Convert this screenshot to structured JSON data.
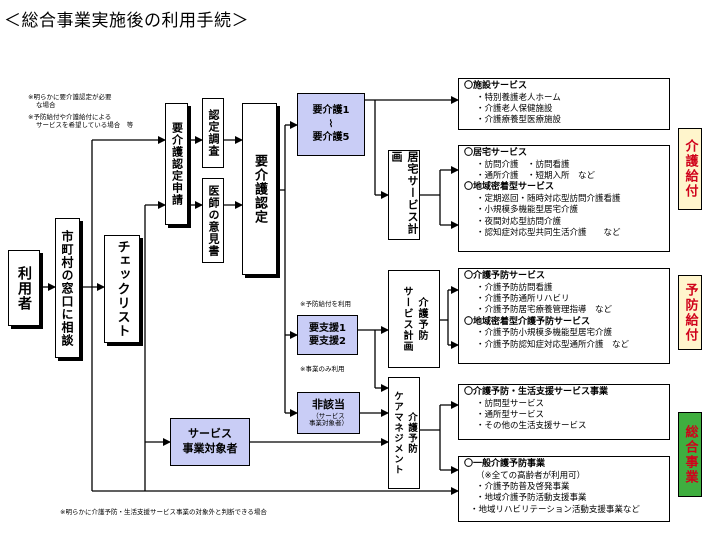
{
  "title": "＜総合事業実施後の利用手続＞",
  "nodes": {
    "user": "利用者",
    "municipal_window": "市町村の窓口に相談",
    "checklist": "チェックリスト",
    "care_application": "要介護認定申請",
    "cert_survey": "認定調査",
    "doctor_opinion": "医師の意見書",
    "care_certification": "要介護認定",
    "care_level_lines": [
      "要介護1",
      "⌇",
      "要介護5"
    ],
    "support_level_lines": [
      "要支援1",
      "要支援2"
    ],
    "not_applicable": "非該当",
    "not_applicable_sub": [
      "（サービス",
      "事業対象者）"
    ],
    "service_target_lines": [
      "サービス",
      "事業対象者"
    ],
    "home_service_plan": "居宅サービス計画",
    "prevention_plan_col1": "介護予防",
    "prevention_plan_col2": "サービス計画",
    "prevention_mgmt_col1": "介護予防",
    "prevention_mgmt_col2": "ケアマネジメント"
  },
  "notes": {
    "note1": [
      "※明らかに要介護認定が必要",
      "な場合"
    ],
    "note2": [
      "※予防給付や介護給付による",
      "サービスを希望している場合　等"
    ],
    "note3": "※予防給付を利用",
    "note4": "※事業のみ利用",
    "note5": "※明らかに介護予防・生活支援サービス事業の対象外と判断できる場合"
  },
  "right_boxes": [
    {
      "head": "〇施設サービス",
      "items": [
        "・特別養護老人ホーム",
        "・介護老人保健施設",
        "・介護療養型医療施設"
      ]
    },
    {
      "head": "〇居宅サービス",
      "items": [
        "・訪問介護　・訪問看護",
        "・通所介護　・短期入所　など"
      ],
      "head2": "〇地域密着型サービス",
      "items2": [
        "・定期巡回・随時対応型訪問介護看護",
        "・小規模多機能型居宅介護",
        "・夜間対応型訪問介護",
        "・認知症対応型共同生活介護　　など"
      ]
    },
    {
      "head": "〇介護予防サービス",
      "items": [
        "・介護予防訪問看護",
        "・介護予防通所リハビリ",
        "・介護予防居宅療養管理指導　など"
      ],
      "head2": "〇地域密着型介護予防サービス",
      "items2": [
        "・介護予防小規模多機能型居宅介護",
        "・介護予防認知症対応型通所介護　など"
      ]
    },
    {
      "head": "〇介護予防・生活支援サービス事業",
      "items": [
        "・訪問型サービス",
        "・通所型サービス",
        "・その他の生活支援サービス"
      ]
    },
    {
      "head": "〇一般介護予防事業",
      "items": [
        "（※全ての高齢者が利用可）",
        "・介護予防普及啓発事業",
        "・地域介護予防活動支援事業",
        "・地域リハビリテーション活動支援事業など"
      ]
    }
  ],
  "tags": {
    "care_benefit": "介護給付",
    "prevention_benefit": "予防給付",
    "comprehensive": "総合事業"
  }
}
